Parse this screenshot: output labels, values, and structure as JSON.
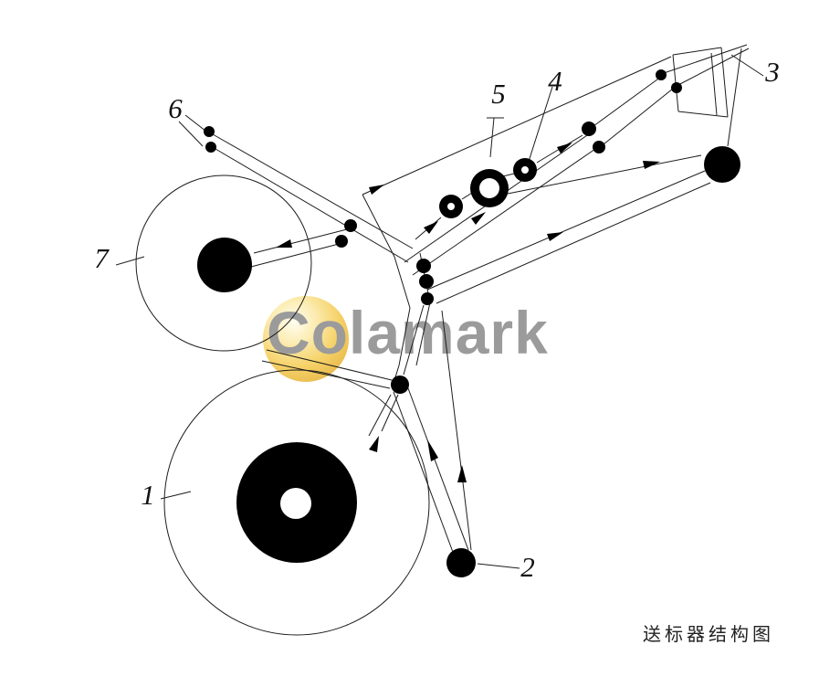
{
  "diagram": {
    "caption": "送标器结构图",
    "watermark": "Colamark",
    "part_labels": [
      "1",
      "2",
      "3",
      "4",
      "5",
      "6",
      "7"
    ],
    "colors": {
      "line": "#1c1c1c",
      "watermark_gray": "#9b9b9b",
      "watermark_gold": "#f0c75a",
      "background": "#ffffff"
    }
  }
}
